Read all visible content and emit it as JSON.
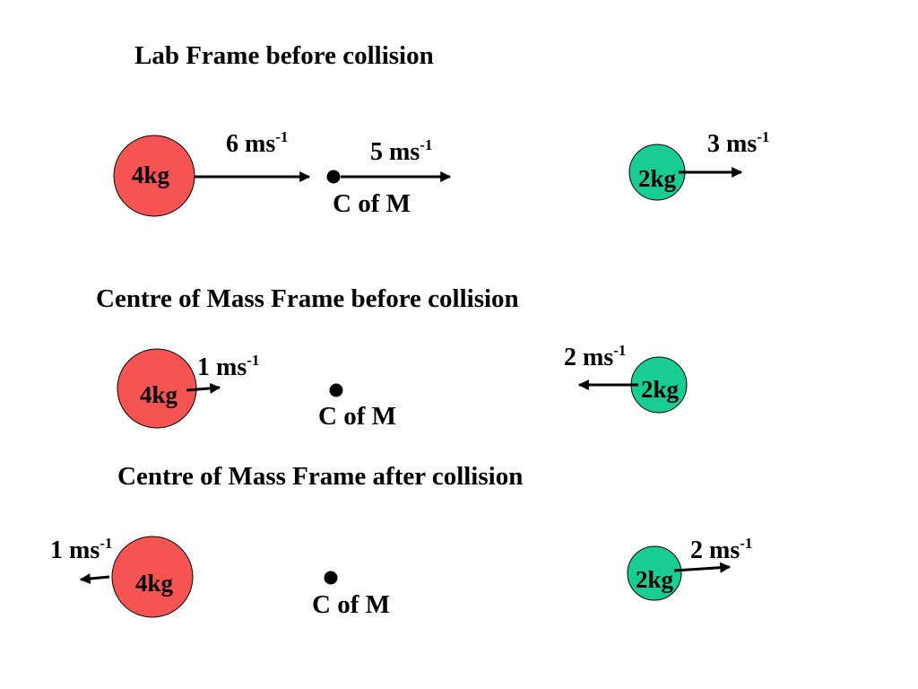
{
  "colors": {
    "heavy_ball": "#f65353",
    "light_ball": "#19cc93",
    "stroke": "#000000",
    "background": "#ffffff"
  },
  "unit": {
    "base": "ms",
    "exponent": "-1"
  },
  "com_label": "C of M",
  "panels": [
    {
      "title": "Lab Frame before collision",
      "heavy": {
        "mass_label": "4kg",
        "speed": "6",
        "direction": "right"
      },
      "light": {
        "mass_label": "2kg",
        "speed": "3",
        "direction": "right"
      },
      "com": {
        "speed": "5",
        "direction": "right"
      }
    },
    {
      "title": "Centre of Mass Frame before collision",
      "heavy": {
        "mass_label": "4kg",
        "speed": "1",
        "direction": "right"
      },
      "light": {
        "mass_label": "2kg",
        "speed": "2",
        "direction": "left"
      },
      "com": {
        "speed": null,
        "direction": "stationary"
      }
    },
    {
      "title": "Centre of Mass Frame after collision",
      "heavy": {
        "mass_label": "4kg",
        "speed": "1",
        "direction": "left"
      },
      "light": {
        "mass_label": "2kg",
        "speed": "2",
        "direction": "right"
      },
      "com": {
        "speed": null,
        "direction": "stationary"
      }
    }
  ]
}
